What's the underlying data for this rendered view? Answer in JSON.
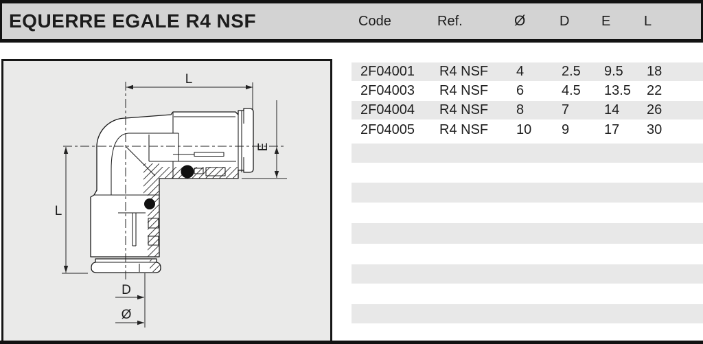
{
  "header": {
    "title": "EQUERRE EGALE R4 NSF",
    "columns": [
      "Code",
      "Ref.",
      "Ø",
      "D",
      "E",
      "L"
    ]
  },
  "table": {
    "rows": [
      {
        "code": "2F04001",
        "ref": "R4 NSF",
        "dia": "4",
        "d": "2.5",
        "e": "9.5",
        "l": "18"
      },
      {
        "code": "2F04003",
        "ref": "R4 NSF",
        "dia": "6",
        "d": "4.5",
        "e": "13.5",
        "l": "22"
      },
      {
        "code": "2F04004",
        "ref": "R4 NSF",
        "dia": "8",
        "d": "7",
        "e": "14",
        "l": "26"
      },
      {
        "code": "2F04005",
        "ref": "R4 NSF",
        "dia": "10",
        "d": "9",
        "e": "17",
        "l": "30"
      }
    ]
  },
  "drawing": {
    "dim_top": "L",
    "dim_left": "L",
    "dim_right": "E",
    "dim_bore": "D",
    "dim_tube": "Ø"
  },
  "colors": {
    "header_bg": "#d3d3d3",
    "row_stripe": "#e8e8e8",
    "panel_bg": "#eaeae9",
    "frame": "#121212"
  }
}
